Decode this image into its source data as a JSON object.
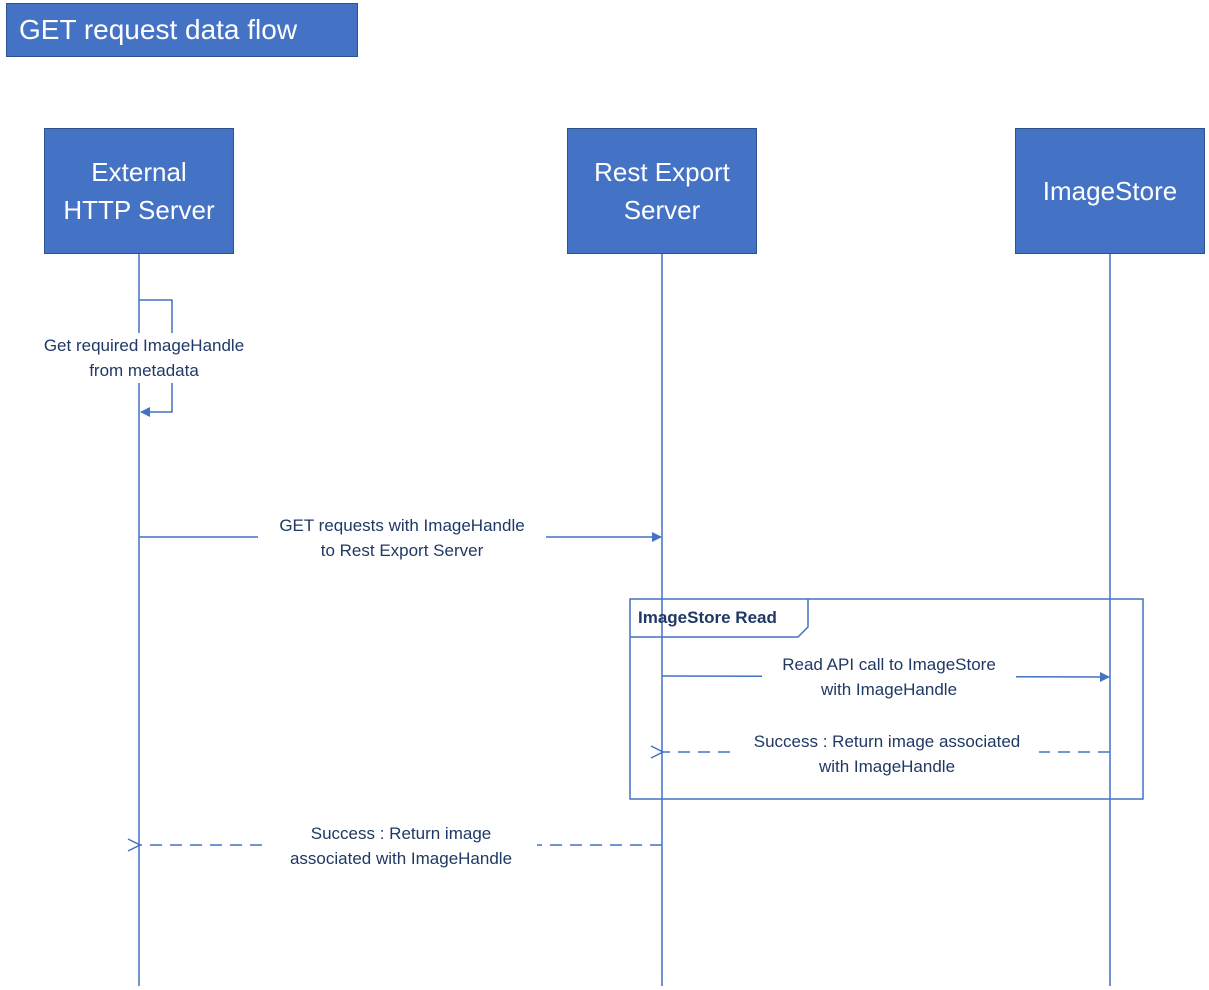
{
  "title": "GET request data flow",
  "lifelines": [
    {
      "id": "external",
      "label": "External\nHTTP Server"
    },
    {
      "id": "rest",
      "label": "Rest Export\nServer"
    },
    {
      "id": "imagestore",
      "label": "ImageStore"
    }
  ],
  "messages": {
    "self_call": "Get required ImageHandle\nfrom metadata",
    "get_request": "GET requests with ImageHandle\nto Rest Export Server",
    "read_call": "Read API call to ImageStore\nwith ImageHandle",
    "store_success": "Success : Return image associated\nwith ImageHandle",
    "final_success": "Success : Return image\nassociated with ImageHandle"
  },
  "frame": {
    "label": "ImageStore Read"
  },
  "colors": {
    "box_fill": "#4472c4",
    "line": "#4472c4",
    "text": "#1f3864"
  }
}
